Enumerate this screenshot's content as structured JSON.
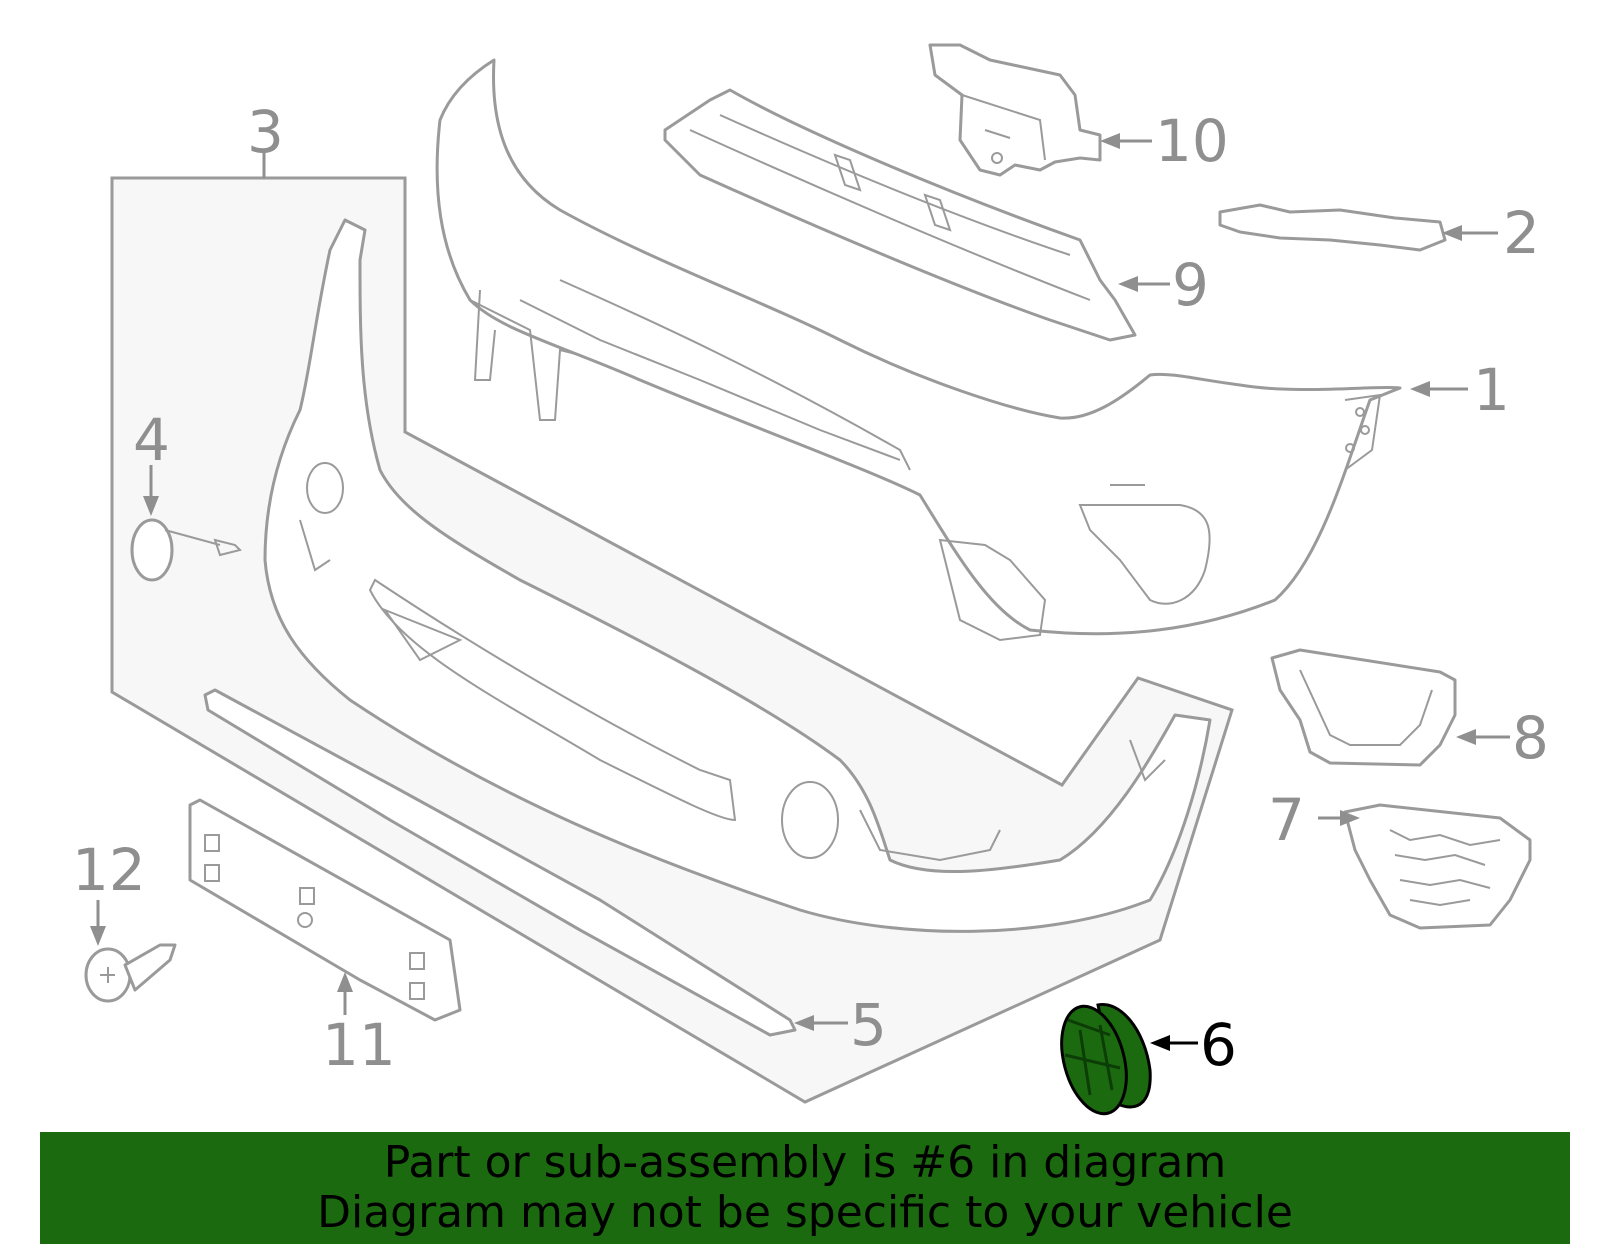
{
  "diagram": {
    "highlight_color": "#1c6a10",
    "line_color": "#9a9a9a",
    "callouts": [
      {
        "id": "1",
        "label": "1",
        "highlighted": false
      },
      {
        "id": "2",
        "label": "2",
        "highlighted": false
      },
      {
        "id": "3",
        "label": "3",
        "highlighted": false
      },
      {
        "id": "4",
        "label": "4",
        "highlighted": false
      },
      {
        "id": "5",
        "label": "5",
        "highlighted": false
      },
      {
        "id": "6",
        "label": "6",
        "highlighted": true
      },
      {
        "id": "7",
        "label": "7",
        "highlighted": false
      },
      {
        "id": "8",
        "label": "8",
        "highlighted": false
      },
      {
        "id": "9",
        "label": "9",
        "highlighted": false
      },
      {
        "id": "10",
        "label": "10",
        "highlighted": false
      },
      {
        "id": "11",
        "label": "11",
        "highlighted": false
      },
      {
        "id": "12",
        "label": "12",
        "highlighted": false
      }
    ]
  },
  "banner": {
    "line1": "Part or sub-assembly is #6 in diagram",
    "line2": "Diagram may not be specific to your vehicle",
    "background": "#1c6a10"
  }
}
